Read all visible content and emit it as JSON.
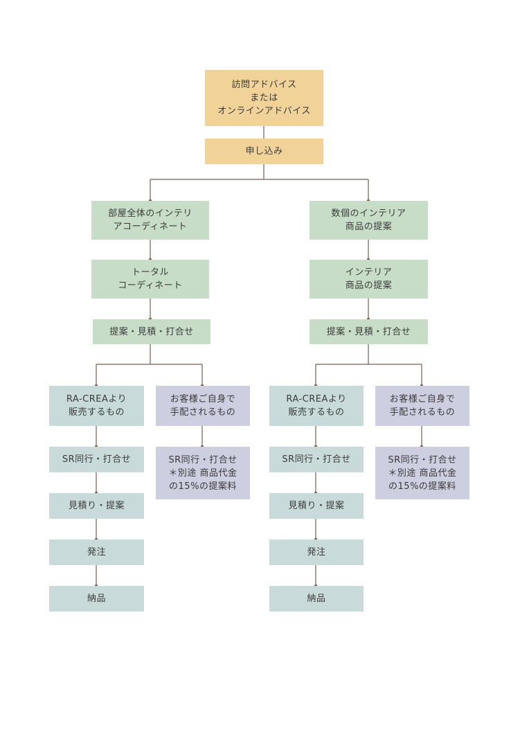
{
  "flow": {
    "colors": {
      "line": "#7a5a4f",
      "orange": "#f1d39a",
      "green": "#c7ddc7",
      "blue": "#c9dadb",
      "purple": "#cdcfe1"
    },
    "start": "訪問アドバイス\nまたは\nオンラインアドバイス",
    "apply": "申し込み",
    "left": {
      "b1": "部屋全体のインテリ\nアコーディネート",
      "b2": "トータル\nコーディネート",
      "b3": "提案・見積・打合せ",
      "ra": {
        "title": "RA-CREAより\n販売するもの",
        "s1": "SR同行・打合せ",
        "s2": "見積り・提案",
        "s3": "発注",
        "s4": "納品"
      },
      "customer": {
        "title": "お客様ご自身で\n手配されるもの",
        "s1": "SR同行・打合せ\n＊別途 商品代金\nの15%の提案料"
      }
    },
    "right": {
      "b1": "数個のインテリア\n商品の提案",
      "b2": "インテリア\n商品の提案",
      "b3": "提案・見積・打合せ",
      "ra": {
        "title": "RA-CREAより\n販売するもの",
        "s1": "SR同行・打合せ",
        "s2": "見積り・提案",
        "s3": "発注",
        "s4": "納品"
      },
      "customer": {
        "title": "お客様ご自身で\n手配されるもの",
        "s1": "SR同行・打合せ\n＊別途 商品代金\nの15%の提案料"
      }
    }
  }
}
